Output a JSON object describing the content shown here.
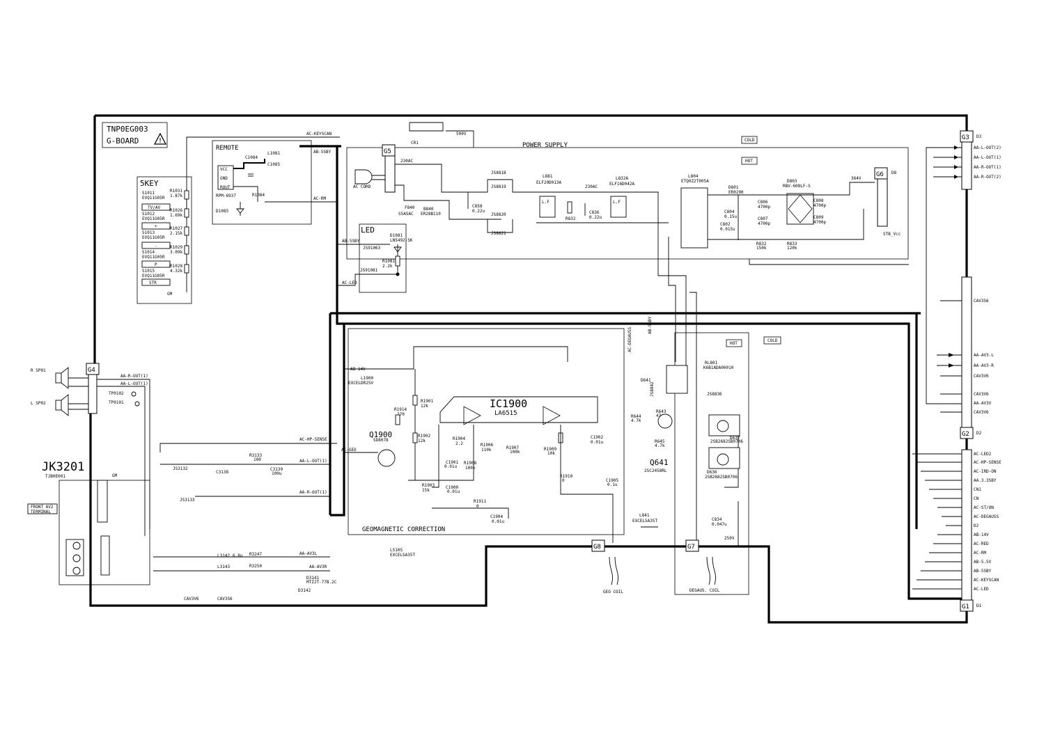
{
  "board": {
    "name": "TNP0EG003",
    "label": "G-BOARD"
  },
  "sections": {
    "remote": "REMOTE",
    "key": "5KEY",
    "led": "LED",
    "power_supply": "POWER SUPPLY",
    "geomagnetic": "GEOMAGNETIC CORRECTION",
    "jack": "JK3201",
    "jack_part": "TJB0E001"
  },
  "zones": [
    "COLD",
    "HOT",
    "HOT",
    "COLD"
  ],
  "connectors": {
    "G1": "G1",
    "G2": "G2",
    "G3": "G3",
    "G4": "G4",
    "G5": "G5",
    "G6": "G6",
    "G7": "G7",
    "G8": "G8",
    "D1": "D1",
    "D2": "D2",
    "D3": "D3",
    "D8": "D8"
  },
  "ic": {
    "name": "IC1900",
    "part": "LA6515"
  },
  "transistors": {
    "q1900": "Q1900",
    "q1900_part": "SD8078",
    "q641": "Q641",
    "q641_part": "2SC2458RL"
  },
  "g3_signals": [
    "AA-L-OUT(2)",
    "AA-L-OUT(1)",
    "AA-R-OUT(1)",
    "AA-R-OUT(2)"
  ],
  "g2_signals": [
    "CAV3S6",
    "AA-AV3-L",
    "AA-AV3-R",
    "CAV3V6",
    "CAV3V6",
    "AA-AV3V",
    "CAV3V6"
  ],
  "g1_signals": [
    "AC-LED2",
    "AC-HP-SENSE",
    "AC-IRD-ON",
    "AA.3.3SBY",
    "CN1",
    "CN",
    "AC-ST/ON",
    "AC-DEGAUSS",
    "D2",
    "AB-14V",
    "AC-RED",
    "AC-RM",
    "AB-5.5V",
    "AB-5SBY",
    "AC-KEYSCAN",
    "AC-LED"
  ],
  "labels": {
    "ac_keyscan": "AC-KEYSCAN",
    "ab_5sby": "AB-5SBY",
    "ac_rm": "AC-RM",
    "ab_5sby_led": "AB-5SBY",
    "ac_led": "AC-LED",
    "v500": "500V",
    "cr1": "CR1",
    "ac230": "230AC",
    "ac_cord": "AC CORD",
    "f840": "F840",
    "f840_val": "S5ASAC",
    "b840": "B840",
    "b840_val": "ER28B110",
    "v364": "364V",
    "stb": "STB_Vcc",
    "d803": "D803",
    "d803_part": "RBV-608LF-S",
    "l804": "L804",
    "l804_part": "ETQ0Z2T005A",
    "d801": "D801",
    "d801_part": "ER0290",
    "l881": "L881",
    "l881_part": "ELF20D013A",
    "l832": "L832A",
    "l832_part": "ELF16D042A",
    "c858": "C858",
    "c858_val": "0.22u",
    "c836": "C836",
    "c836_val": "0.22u",
    "r832": "R832",
    "r832_val": "150k",
    "r833": "R833",
    "r833_val": "120k",
    "c808": "C808",
    "c808_val": "4700p",
    "c809": "C809",
    "c809_val": "4700p",
    "c807": "C807",
    "c807_val": "4700p",
    "c806": "C806",
    "c806_val": "4700p",
    "c804": "C804",
    "c804_val": "0.15u",
    "c802": "C802",
    "c802_val": "0.015u",
    "rl801": "RL801",
    "rl801_part": "K6B1ADA00010",
    "d636": "D636",
    "d637": "D637",
    "d636_part": "2SB2682SB0706",
    "d637_part": "2SB2682SB0706",
    "geo_coil": "GEO COIL",
    "degauss_coil": "DEGAUS. COIL",
    "c834": "C834",
    "c834_val": "0.047u",
    "v250": "250V",
    "l841": "L841",
    "l841_part": "EXCELSA35T",
    "ab14v": "AB-14V",
    "l1900": "L1900",
    "l1900_part": "EXCELDR25V",
    "r1901": "R1901",
    "r1901_val": "12k",
    "r1902": "R1902",
    "r1902_val": "12k",
    "r1903": "R1903",
    "r1903_val": "15k",
    "c1901": "C1901",
    "c1901_val": "0.01u",
    "c1902": "C1902",
    "c1902_val": "0.01u",
    "c1900": "C1900",
    "c1900_val": "0.01u",
    "c1904": "C1904",
    "c1904_val": "0.01u",
    "c1905": "C1905",
    "c1905_val": "0.1u",
    "r1911": "R1911",
    "r1911_val": "0",
    "r1906": "R1906",
    "r1906_val": "110k",
    "r1907": "R1907",
    "r1907_val": "100k",
    "r1908": "R1908",
    "r1908_val": "100k",
    "r1909": "R1909",
    "r1909_val": "10k",
    "r1910": "R1910",
    "r1910_val": "0",
    "r1904": "R1904",
    "r1904_val": "2.2",
    "ac_geo": "AC-GEO",
    "r1914": "R1914",
    "r1914_val": "270",
    "sp01": "R SP01",
    "sp02": "L SP02",
    "tp0102": "TP0102",
    "tp0101": "TP0101",
    "g4_r": "AA-R-OUT(1)",
    "g4_l": "AA-L-OUT(1)",
    "ac_hp_sense": "AC-HP-SENSE",
    "aa_l_out1": "AA-L-OUT(1)",
    "aa_r_out1": "AA-R-OUT(1)",
    "aa_av3l": "AA-AV3L",
    "aa_av3r": "AA-AV3R",
    "front_av2": "FRONT AV2",
    "terminal": "TERMINAL",
    "gm": "GM",
    "js3132": "JS3132",
    "js3133": "JS3133",
    "r3133": "R3133",
    "r3133_val": "100",
    "c3138": "C3138",
    "c3139": "C3139",
    "c3139_val": "100u",
    "l3142": "L3142",
    "l3143": "L3143",
    "l3142_val": "6.8u",
    "r3247": "R3247",
    "r3250": "R3250",
    "d3141": "D3141",
    "d3142": "D3142",
    "d3141_part": "MTZJT-77B.2C",
    "cav3v6": "CAV3V6",
    "cav3s6": "CAV3S6",
    "ls105": "LS105",
    "ls105_part": "EXCELSA35T",
    "r1081": "R1081",
    "r1081_val": "2.2k",
    "d1081": "D1081",
    "d1081_part": "LN5492-SK",
    "js1063": "JS91063",
    "js1081": "JS91081",
    "c1084": "C1084",
    "l1081": "L1081",
    "c1085": "C1085",
    "d1085": "D1085",
    "r1084": "R1084",
    "rpm": "RPM-6937",
    "vcc": "VCC",
    "gnd": "GND",
    "rout": "ROUT",
    "sw": [
      "TV/AV",
      "+",
      "-",
      "P",
      "STR"
    ],
    "sw_ids": [
      "S1011",
      "S1012",
      "S1013",
      "S1014",
      "S1015"
    ],
    "sw_parts": [
      "EVQ11G05R",
      "EVQ11G05R",
      "EVQ11G05R",
      "EVQ11G05R",
      "EVQ11G05R"
    ],
    "r_key": [
      "R1031",
      "R1026",
      "R1027",
      "R1029",
      "R1028"
    ],
    "r_key_vals": [
      "1.87k",
      "1.69k",
      "2.15k",
      "3.09k",
      "4.32k"
    ],
    "js_power": [
      "JS8818",
      "JS8819",
      "JS8820",
      "JS8821"
    ],
    "r644": "R644",
    "r644_val": "4.7k",
    "r643": "R643",
    "r643_val": "47",
    "r645": "R645",
    "r645_val": "4.7k",
    "d641": "D641",
    "js8842": "JS8842",
    "js8836": "JS8836",
    "hi_sby": "AB-5SBY",
    "a1_degauss": "AC-DEGAUSS",
    "ac230_b": "230AC"
  }
}
